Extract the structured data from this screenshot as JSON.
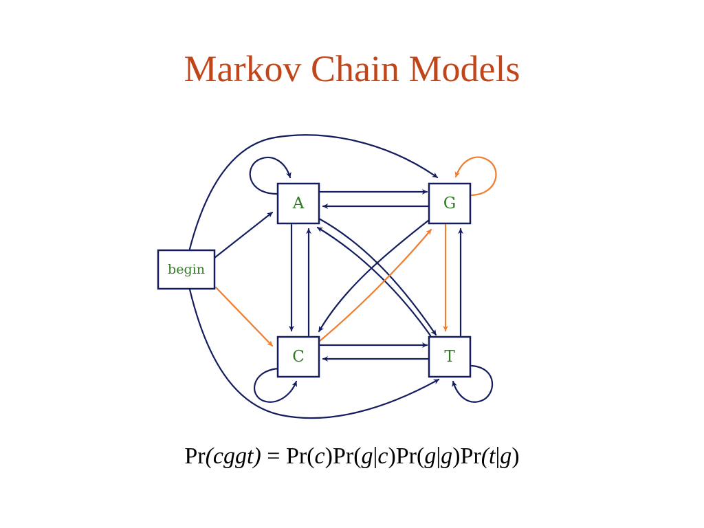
{
  "slide": {
    "title": "Markov Chain Models",
    "title_color": "#c0461a"
  },
  "diagram": {
    "states": {
      "A": "A",
      "G": "G",
      "C": "C",
      "T": "T",
      "begin": "begin"
    },
    "colors": {
      "edge": "#131d5e",
      "highlight": "#f07c2c",
      "label": "#2f7a22",
      "box": "#131d5e"
    }
  },
  "formula": {
    "pr": "Pr",
    "seq": "(cggt)",
    "eq": " = ",
    "t1_open": "(",
    "t1_var": "c",
    "t1_close": ")",
    "t2_open": "(",
    "t2_var": "g",
    "t2_bar": "|",
    "t2_cond": "c",
    "t2_close": ")",
    "t3_open": "(",
    "t3_var": "g",
    "t3_bar": "|",
    "t3_cond": "g",
    "t3_close": ")",
    "t4_open": "(",
    "t4_var": "t",
    "t4_bar": "|",
    "t4_cond": "g",
    "t4_close": ")"
  }
}
